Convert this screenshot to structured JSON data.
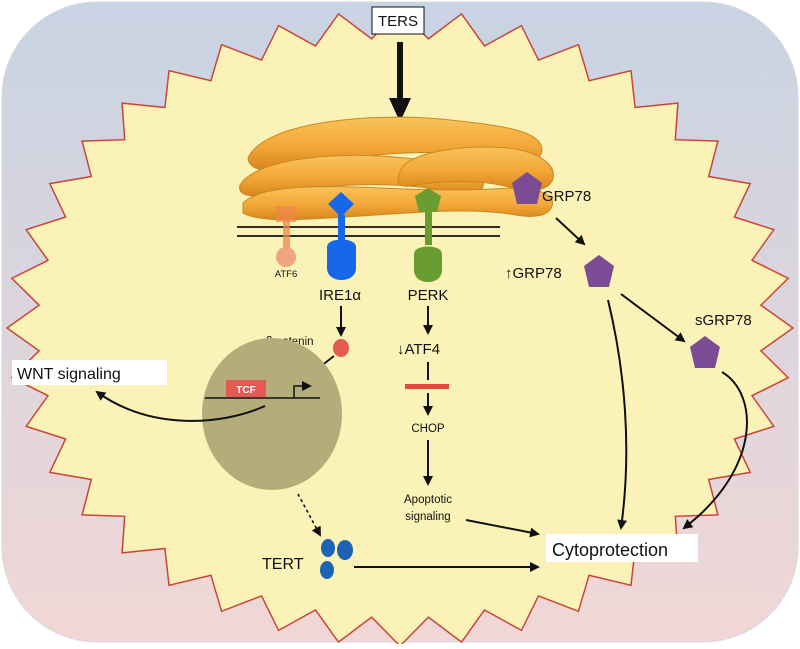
{
  "labels": {
    "ters": "TERS",
    "grp78_top": "GRP78",
    "grp78_up": "↑GRP78",
    "sgrp78": "sGRP78",
    "atf6": "ATF6",
    "ire1a": "IRE1α",
    "perk": "PERK",
    "beta_catenin": "β-catenin",
    "wnt_signaling": "WNT signaling",
    "tcf": "TCF",
    "atf4": "↓ATF4",
    "chop": "CHOP",
    "apoptotic_line1": "Apoptotic",
    "apoptotic_line2": "signaling",
    "tert": "TERT",
    "cytoprotection": "Cytoprotection"
  },
  "colors": {
    "background_top": "#c8d3e3",
    "background_bottom": "#f1d7d6",
    "cell_fill": "#fbf2b8",
    "cell_border": "#c9453a",
    "er_orange": "#f2a737",
    "ire1a_blue": "#1668e8",
    "perk_green": "#6b9c31",
    "grp78_purple": "#7b4b93",
    "nucleus": "#b4ad7a",
    "tcf_red": "#e35a52",
    "tert_blue": "#1c63b5",
    "atf6_salmon": "#ec9678"
  }
}
